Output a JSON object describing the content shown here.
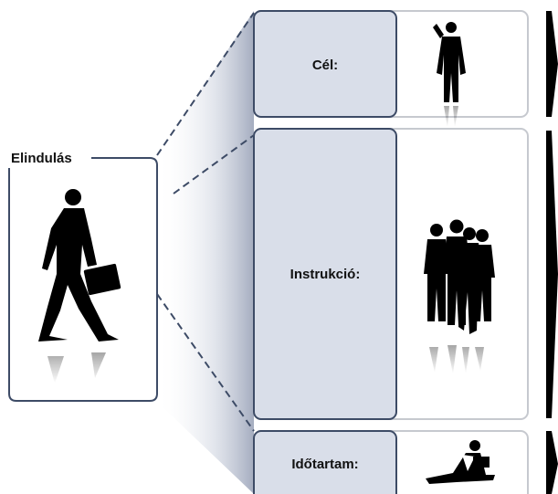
{
  "start": {
    "label": "Elindulás",
    "icon": "walking-businessman-icon"
  },
  "rows": [
    {
      "label": "Cél:",
      "icon": "businessman-on-phone-icon"
    },
    {
      "label": "Instrukció:",
      "icon": "business-team-icon"
    },
    {
      "label": "Időtartam:",
      "icon": "person-with-laptop-icon"
    }
  ],
  "colors": {
    "label_panel_fill": "#d9dee9",
    "label_panel_stroke": "#3d4b66",
    "card_stroke": "#c6c9cf",
    "connector": "#3d4b66",
    "right_arrow": "#000000"
  }
}
